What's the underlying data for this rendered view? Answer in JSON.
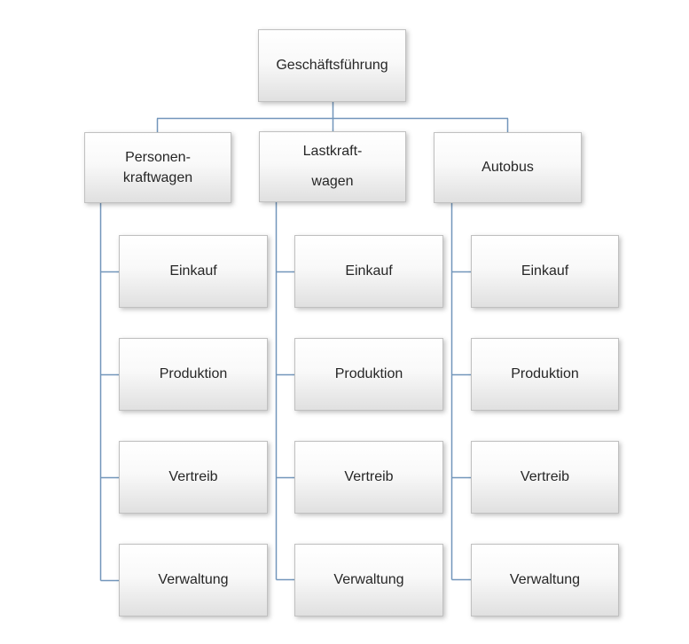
{
  "diagram": {
    "type": "org-chart",
    "root": {
      "label": "Geschäftsführung"
    },
    "branches": [
      {
        "label_lines": [
          "Personen-",
          "kraftwagen"
        ],
        "children": [
          "Einkauf",
          "Produktion",
          "Vertreib",
          "Verwaltung"
        ]
      },
      {
        "label_lines": [
          "Lastkraft-",
          "wagen"
        ],
        "children": [
          "Einkauf",
          "Produktion",
          "Vertreib",
          "Verwaltung"
        ]
      },
      {
        "label_lines": [
          "Autobus"
        ],
        "children": [
          "Einkauf",
          "Produktion",
          "Vertreib",
          "Verwaltung"
        ]
      }
    ],
    "colors": {
      "connector": "#7296bb",
      "box_border": "#c0c0c0",
      "box_fill_top": "#ffffff",
      "box_fill_bottom": "#e0e0e0",
      "text": "#262626",
      "background": "#ffffff"
    }
  }
}
